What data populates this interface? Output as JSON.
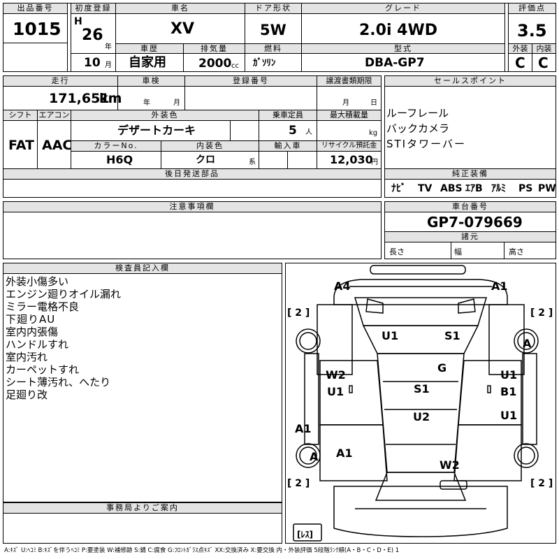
{
  "header": {
    "lot_label": "出品番号",
    "lot_no": "1015",
    "reg_label": "初度登録",
    "era": "H",
    "year": "26",
    "year_unit": "年",
    "month": "10",
    "month_unit": "月",
    "name_label": "車名",
    "name": "XV",
    "door_label": "ドア形状",
    "door": "5W",
    "grade_label": "グレード",
    "grade": "2.0i 4WD",
    "score_label": "評価点",
    "score": "3.5",
    "history_label": "車歴",
    "history": "自家用",
    "disp_label": "排気量",
    "displacement": "2000",
    "disp_unit": "cc",
    "fuel_label": "燃料",
    "fuel": "ｶﾞｿﾘﾝ",
    "model_label": "型式",
    "model": "DBA-GP7",
    "ext_label": "外装",
    "ext_score": "C",
    "int_label": "内装",
    "int_score": "C"
  },
  "mid": {
    "mileage_label": "走行",
    "mileage": "171,651",
    "mileage_unit": "km",
    "inspection_label": "車検",
    "insp_year_unit": "年",
    "insp_month_unit": "月",
    "regno_label": "登録番号",
    "transfer_label": "譲渡書類期限",
    "transfer_month_unit": "月",
    "transfer_day_unit": "日",
    "shift_label": "シフト",
    "shift": "FAT",
    "ac_label": "エアコン",
    "ac": "AAC",
    "color_label": "外装色",
    "color": "デザートカーキ",
    "capacity_label": "乗車定員",
    "capacity": "5",
    "capacity_unit": "人",
    "load_label": "最大積載量",
    "load_unit": "kg",
    "colorno_label": "カラーNo.",
    "colorno": "H6Q",
    "intcolor_label": "内装色",
    "intcolor": "クロ",
    "intcolor_unit": "系",
    "import_label": "輸入車",
    "recycle_label": "リサイクル預託金",
    "recycle": "12,030",
    "recycle_unit": "円",
    "later_label": "後日発送部品"
  },
  "sales": {
    "label": "セールスポイント",
    "points": [
      "ルーフレール",
      "バックカメラ",
      "STIタワーバー"
    ]
  },
  "equipment": {
    "label": "純正装備",
    "items": [
      "ﾅﾋﾞ",
      "TV",
      "ABS",
      "ｴｱB",
      "ｱﾙﾐ",
      "PS",
      "PW"
    ]
  },
  "notes": {
    "label": "注意事項欄"
  },
  "chassis": {
    "label": "車台番号",
    "number": "GP7-079669",
    "specs_label": "諸元",
    "length_label": "長さ",
    "width_label": "幅",
    "height_label": "高さ"
  },
  "inspector": {
    "label": "検査員記入欄",
    "lines": [
      "外装小傷多い",
      "エンジン廻りオイル漏れ",
      "ミラー電格不良",
      "下廻りAU",
      "室内内張傷",
      "ハンドルすれ",
      "室内汚れ",
      "カーペットすれ",
      "シート薄汚れ、へたり",
      "足廻り改"
    ]
  },
  "office": {
    "label": "事務局よりご案内"
  },
  "diagram": {
    "codes": {
      "front_left": "A4",
      "front_right": "A1",
      "windshield_l": "U1",
      "windshield_r": "S1",
      "roof_g": "G",
      "roof_s1": "S1",
      "roof_u2": "U2",
      "left_door_w2": "W2",
      "left_door_u1": "U1",
      "right_door_u1": "U1",
      "right_door_b1": "B1",
      "right_rear_door_u1": "U1",
      "left_rocker": "A1",
      "left_rear": "A1",
      "tire_rf": "A",
      "tire_lr": "A",
      "rear_w2": "W2"
    },
    "brackets": [
      "[ 2 ]",
      "[ 2 ]",
      "[ 2 ]",
      "[ 2 ]"
    ],
    "spare_label": "[ﾚｽ]"
  },
  "legend": "A:ｷｽﾞ U:ﾍｺﾐ B:ｷｽﾞを伴うﾍｺﾐ P:要塗装 W:補修跡 S:錆 C:腐食 G:ﾌﾛﾝﾄｶﾞﾗｽ点ｷｽﾞ XX:交換済み X:要交換 内・外装評価 5段階ﾗﾝｸ順(A・B・C・D・E) 1"
}
